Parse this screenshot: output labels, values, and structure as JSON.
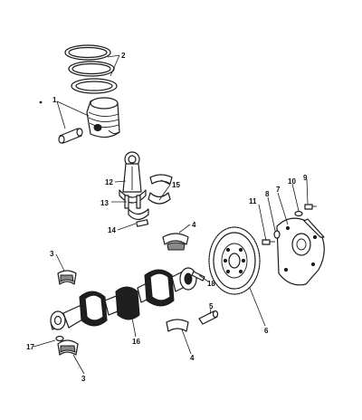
{
  "callouts": {
    "c1": "1",
    "c2": "2",
    "c3_top": "3",
    "c3_bottom": "3",
    "c4_top": "4",
    "c4_bottom": "4",
    "c5": "5",
    "c6": "6",
    "c7": "7",
    "c8": "8",
    "c9": "9",
    "c10": "10",
    "c11": "11",
    "c12": "12",
    "c13": "13",
    "c14": "14",
    "c15": "15",
    "c16": "16",
    "c17": "17",
    "c18": "18"
  },
  "colors": {
    "ink": "#1a1a1a",
    "paper": "#ffffff",
    "shade": "#8a8a8a"
  }
}
